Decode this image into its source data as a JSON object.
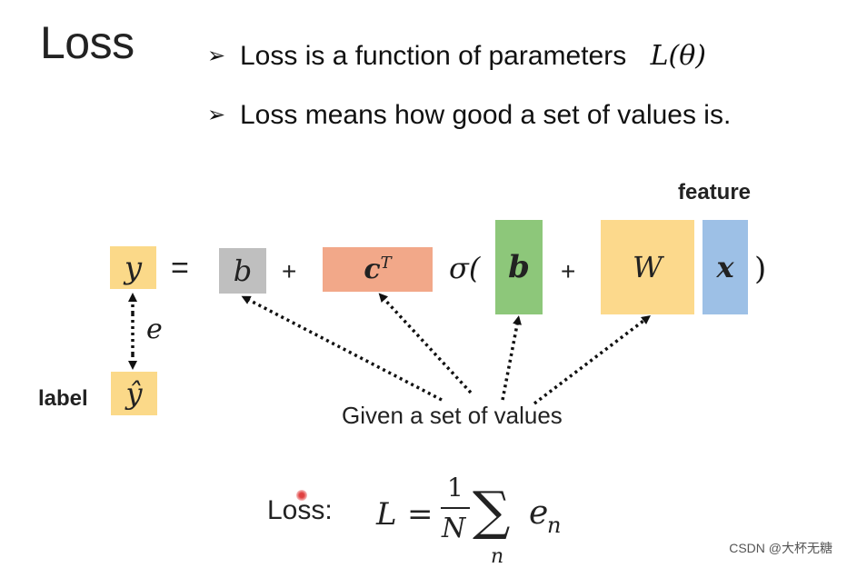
{
  "slide": {
    "title": "Loss",
    "bullets": [
      {
        "text": "Loss is a function of parameters",
        "math": "L(θ)"
      },
      {
        "text": "Loss means how good a set of values is.",
        "math": ""
      }
    ],
    "feature_label": "feature",
    "label_text": "label",
    "caption": "Given a set of values",
    "loss_word": "Loss:",
    "watermark": "CSDN @大杯无糖"
  },
  "equation": {
    "y": "y",
    "equals": "=",
    "b_scalar": "b",
    "plus": "+",
    "cT_base": "c",
    "cT_sup": "T",
    "sigma_open": "σ(",
    "b_vector": "b",
    "W": "W",
    "x": "x",
    "close": ")",
    "e": "e",
    "y_hat": "ŷ"
  },
  "formula": {
    "L": "L",
    "equals": "=",
    "numerator": "1",
    "denominator": "N",
    "sum": "∑",
    "sub_n": "n",
    "term_base": "e",
    "term_sub": "n"
  },
  "colors": {
    "yellow_box": "#fbd989",
    "gray_box": "#bfbfbf",
    "orange_box": "#f2a889",
    "green_box": "#8dc77a",
    "light_yellow_box": "#fcd98c",
    "blue_box": "#9dc0e6"
  },
  "icons": {
    "bullet": "arrowhead-bullet-icon"
  }
}
